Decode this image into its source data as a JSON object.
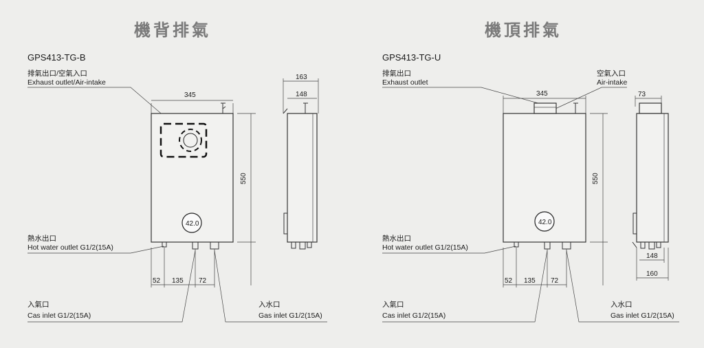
{
  "left": {
    "title": "機背排氣",
    "model": "GPS413-TG-B",
    "exhaust_cn": "排氣出口/空氣入口",
    "exhaust_en": "Exhaust outlet/Air-intake",
    "hot_water_cn": "熱水出口",
    "hot_water_en": "Hot water outlet G1/2(15A)",
    "gas_cn": "入氣口",
    "gas_en": "Cas inlet G1/2(15A)",
    "water_cn": "入水口",
    "water_en": "Gas inlet G1/2(15A)",
    "dim_width": "345",
    "dim_height": "550",
    "dim_side_outer": "163",
    "dim_side_inner": "148",
    "dim_a": "52",
    "dim_b": "135",
    "dim_c": "72",
    "display": "42.0"
  },
  "right": {
    "title": "機頂排氣",
    "model": "GPS413-TG-U",
    "exhaust_cn": "排氣出口",
    "exhaust_en": "Exhaust outlet",
    "air_cn": "空氣入口",
    "air_en": "Air-intake",
    "hot_water_cn": "熱水出口",
    "hot_water_en": "Hot water outlet G1/2(15A)",
    "gas_cn": "入氣口",
    "gas_en": "Cas inlet G1/2(15A)",
    "water_cn": "入水口",
    "water_en": "Gas inlet G1/2(15A)",
    "dim_width": "345",
    "dim_height": "550",
    "dim_top": "73",
    "dim_side_inner": "148",
    "dim_side_outer": "160",
    "dim_a": "52",
    "dim_b": "135",
    "dim_c": "72",
    "display": "42.0"
  },
  "colors": {
    "background": "#eeeeec",
    "line": "#333333",
    "title": "#7a7a7a"
  }
}
